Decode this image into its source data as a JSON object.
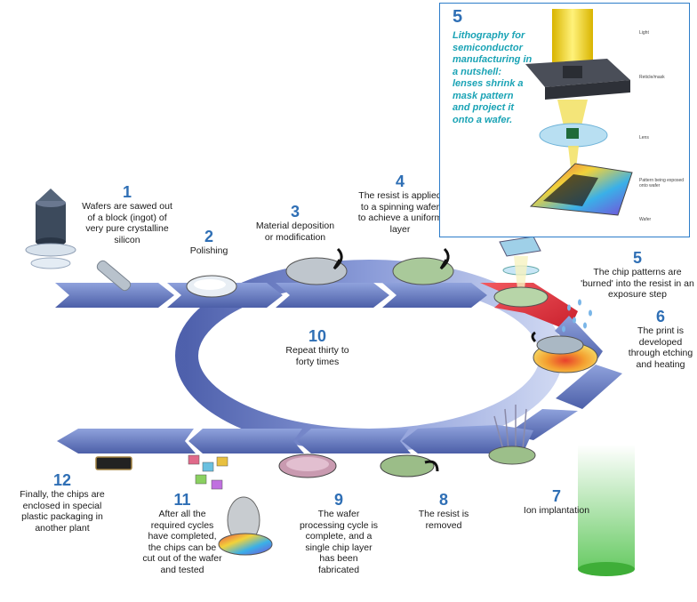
{
  "steps": [
    {
      "num": "1",
      "text": "Wafers are sawed out of a block (ingot) of very pure crystalline silicon"
    },
    {
      "num": "2",
      "text": "Polishing"
    },
    {
      "num": "3",
      "text": "Material deposition or modification"
    },
    {
      "num": "4",
      "text": "The resist is applied to a spinning wafer to achieve a uniform layer"
    },
    {
      "num": "5",
      "text": "The chip patterns are 'burned' into the resist in an exposure step"
    },
    {
      "num": "6",
      "text": "The print is developed through etching and heating"
    },
    {
      "num": "7",
      "text": "Ion implantation"
    },
    {
      "num": "8",
      "text": "The resist is removed"
    },
    {
      "num": "9",
      "text": "The wafer processing cycle is complete, and a single chip layer has been fabricated"
    },
    {
      "num": "10",
      "text": "Repeat thirty to forty times"
    },
    {
      "num": "11",
      "text": "After all the required cycles have completed, the chips can be cut out of the wafer and tested"
    },
    {
      "num": "12",
      "text": "Finally, the chips are enclosed in special plastic packaging in another plant"
    }
  ],
  "inset": {
    "num": "5",
    "caption": "Lithography for semiconductor manufacturing in a nutshell: lenses shrink a mask pattern and project it onto a wafer.",
    "labels": [
      "Light",
      "Reticle/mask",
      "Lens",
      "Pattern being exposed onto wafer",
      "Wafer"
    ]
  },
  "colors": {
    "number": "#2f6fb5",
    "arrow": "#5a6fb8",
    "exposure": "#e0303a",
    "inset_caption": "#1aa3b5",
    "inset_border": "#2d7dc9"
  }
}
